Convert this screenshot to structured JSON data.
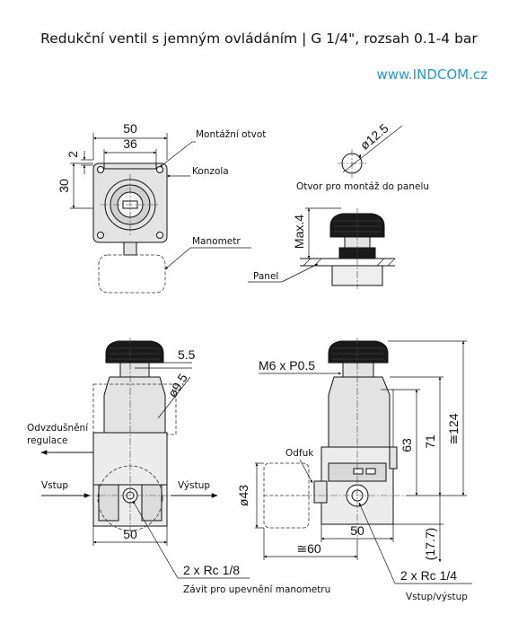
{
  "header": {
    "title": "Redukční ventil s jemným ovládáním | G 1/4\", rozsah 0.1-4 bar",
    "url": "www.INDCOM.cz",
    "url_color": "#1e9bd7"
  },
  "top_left_view": {
    "dim_width_outer": "50",
    "dim_width_inner": "36",
    "dim_small": "2",
    "dim_height": "30",
    "label_mount_hole": "Montážní otvot",
    "label_bracket": "Konzola",
    "label_gauge": "Manometr"
  },
  "top_right_view": {
    "dim_diameter": "ø12.5",
    "label_panel_hole": "Otvor pro montáž do panelu",
    "dim_max": "Max.4",
    "label_panel": "Panel"
  },
  "bottom_left_view": {
    "dim_55": "5.5",
    "dim_95": "ø9.5",
    "label_exhaust_line1": "Odvzdušnění",
    "label_exhaust_line2": "regulace",
    "label_in": "Vstup",
    "label_out": "Výstup",
    "dim_width": "50",
    "label_port": "2 x Rc 1/8",
    "label_port_desc": "Závit pro upevnění manometru"
  },
  "bottom_right_view": {
    "label_thread": "M6 x P0.5",
    "label_vent": "Odfuk",
    "dim_43": "ø43",
    "dim_63": "63",
    "dim_71": "71",
    "dim_124": "≅124",
    "dim_width": "50",
    "dim_60": "≅60",
    "dim_177": "(17.7)",
    "label_port": "2 x Rc 1/4",
    "label_port_desc": "Vstup/výstup"
  }
}
